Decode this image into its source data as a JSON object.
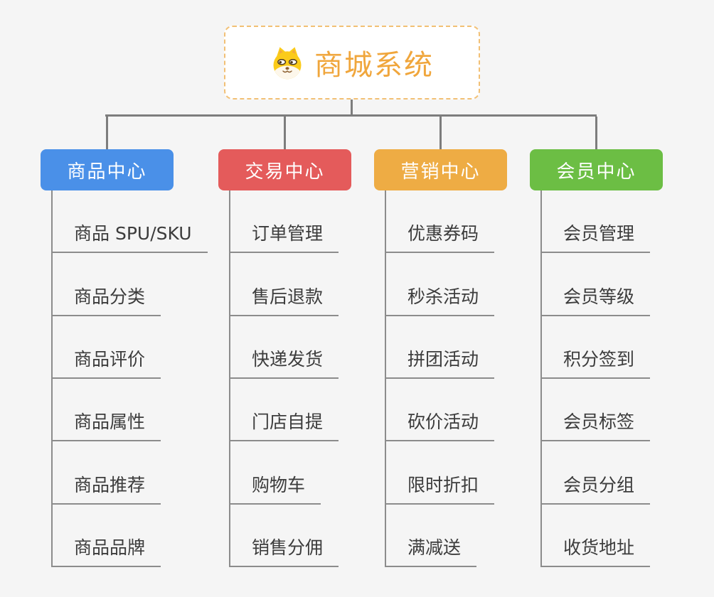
{
  "root": {
    "title": "商城系统",
    "icon": "shiba-dog-icon"
  },
  "branches": [
    {
      "label": "商品中心",
      "color": "#4A90E8",
      "children": [
        "商品 SPU/SKU",
        "商品分类",
        "商品评价",
        "商品属性",
        "商品推荐",
        "商品品牌"
      ]
    },
    {
      "label": "交易中心",
      "color": "#E45B5B",
      "children": [
        "订单管理",
        "售后退款",
        "快递发货",
        "门店自提",
        "购物车",
        "销售分佣"
      ]
    },
    {
      "label": "营销中心",
      "color": "#EEAC44",
      "children": [
        "优惠券码",
        "秒杀活动",
        "拼团活动",
        "砍价活动",
        "限时折扣",
        "满减送"
      ]
    },
    {
      "label": "会员中心",
      "color": "#6CBE44",
      "children": [
        "会员管理",
        "会员等级",
        "积分签到",
        "会员标签",
        "会员分组",
        "收货地址"
      ]
    }
  ],
  "palette": {
    "background": "#F5F5F5",
    "root_text": "#F0A63C",
    "root_border": "#F2C075",
    "connector": "#7D7D7D",
    "leaf_line": "#8C8C8C",
    "leaf_text": "#3C3C3C"
  }
}
